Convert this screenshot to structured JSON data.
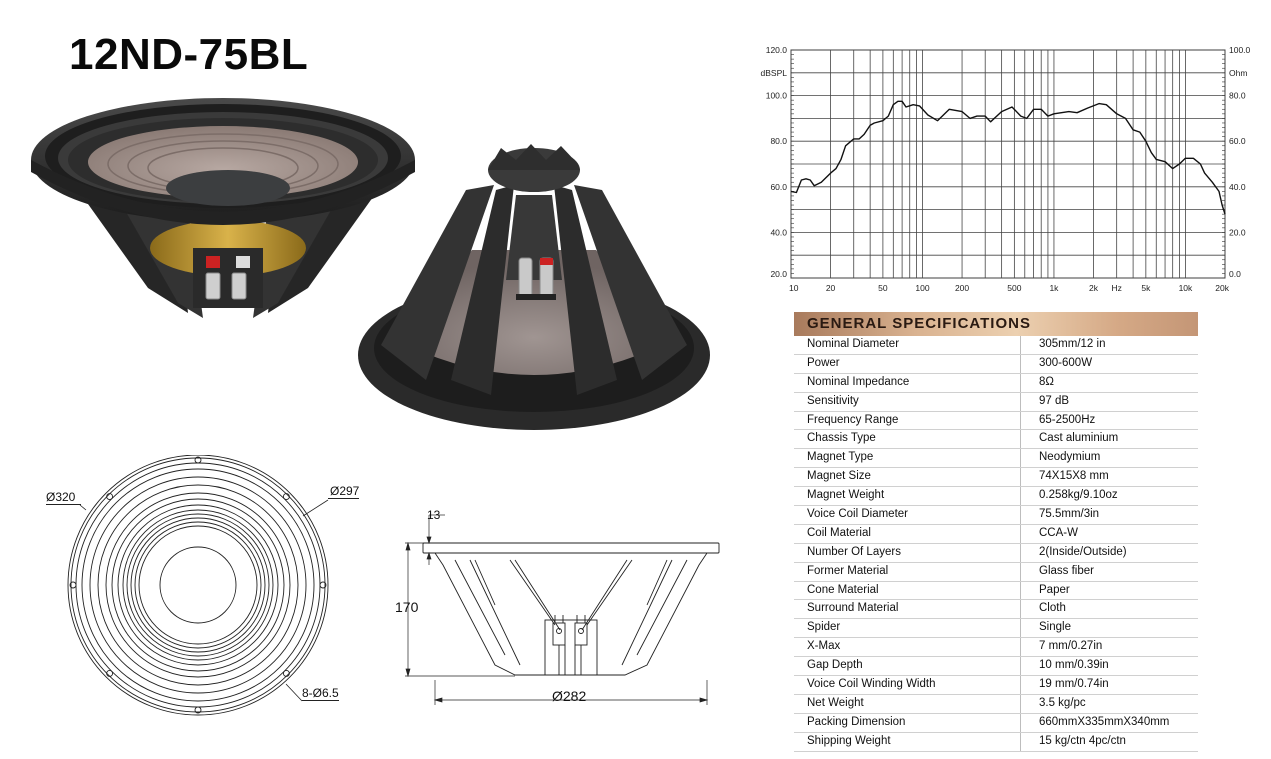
{
  "title": "12ND-75BL",
  "colors": {
    "header_bar_dark": "#a87a5c",
    "header_bar_light": "#ecd0b0",
    "cone_paper": "#9a8a84",
    "chassis": "#2b2b2b",
    "grid": "#555555"
  },
  "photos": {
    "front_view": "speaker-front-photo",
    "rear_view": "speaker-rear-photo"
  },
  "drawings": {
    "front": {
      "outer_diameter": "Ø320",
      "inner_diameter": "Ø297",
      "holes": "8-Ø6.5"
    },
    "side": {
      "flange_thickness": "13",
      "depth": "170",
      "basket_diameter": "Ø282"
    }
  },
  "chart_data": {
    "type": "line",
    "title": "",
    "xlabel": "Hz",
    "ylabel": "dBSPL",
    "y2label": "Ohm",
    "xscale": "log",
    "xlim": [
      10,
      20000
    ],
    "ylim": [
      20,
      120
    ],
    "y2lim": [
      0,
      100
    ],
    "grid": true,
    "x_ticks": [
      {
        "v": 10,
        "label": "10"
      },
      {
        "v": 20,
        "label": "20"
      },
      {
        "v": 50,
        "label": "50"
      },
      {
        "v": 100,
        "label": "100"
      },
      {
        "v": 200,
        "label": "200"
      },
      {
        "v": 500,
        "label": "500"
      },
      {
        "v": 1000,
        "label": "1k"
      },
      {
        "v": 2000,
        "label": "2k"
      },
      {
        "v": 5000,
        "label": "5k"
      },
      {
        "v": 10000,
        "label": "10k"
      },
      {
        "v": 20000,
        "label": "20k"
      }
    ],
    "x_grid": [
      10,
      20,
      30,
      40,
      50,
      60,
      70,
      80,
      90,
      100,
      200,
      300,
      400,
      500,
      600,
      700,
      800,
      900,
      1000,
      2000,
      3000,
      4000,
      5000,
      6000,
      7000,
      8000,
      9000,
      10000,
      20000
    ],
    "y_ticks": [
      {
        "v": 20,
        "label": "20.0"
      },
      {
        "v": 40,
        "label": "40.0"
      },
      {
        "v": 60,
        "label": "60.0"
      },
      {
        "v": 80,
        "label": "80.0"
      },
      {
        "v": 100,
        "label": "100.0"
      },
      {
        "v": 120,
        "label": "120.0"
      }
    ],
    "y_grid": [
      20,
      30,
      40,
      50,
      60,
      70,
      80,
      90,
      100,
      110,
      120
    ],
    "y2_ticks": [
      {
        "v": 0,
        "label": "0.0"
      },
      {
        "v": 20,
        "label": "20.0"
      },
      {
        "v": 40,
        "label": "40.0"
      },
      {
        "v": 60,
        "label": "60.0"
      },
      {
        "v": 80,
        "label": "80.0"
      },
      {
        "v": 100,
        "label": "100.0"
      }
    ],
    "series": [
      {
        "name": "SPL",
        "x": [
          10,
          11,
          12,
          13,
          14,
          15,
          17,
          20,
          22,
          24,
          26,
          30,
          33,
          36,
          40,
          43,
          50,
          55,
          60,
          65,
          70,
          75,
          85,
          95,
          110,
          130,
          160,
          200,
          230,
          260,
          300,
          330,
          400,
          480,
          560,
          620,
          700,
          800,
          900,
          1000,
          1300,
          1500,
          1800,
          2200,
          2500,
          3000,
          3500,
          4000,
          4500,
          5000,
          5500,
          6000,
          7000,
          8000,
          9000,
          10000,
          11500,
          13000,
          14000,
          16000,
          18000,
          19000,
          20000
        ],
        "y": [
          58,
          57.5,
          63,
          63.5,
          63,
          60.5,
          62,
          66,
          68,
          72,
          78,
          81,
          81,
          83,
          87,
          88,
          89,
          91,
          96,
          97.5,
          97.5,
          95,
          96,
          95.5,
          91.5,
          89,
          94,
          93,
          90,
          91,
          91,
          88.5,
          93,
          95,
          91,
          90,
          94,
          94,
          91,
          92,
          93,
          92.5,
          94.5,
          96.5,
          96,
          92,
          90,
          85,
          84,
          80,
          75,
          72,
          71,
          68,
          70,
          72.5,
          72.5,
          70,
          66,
          62,
          58,
          52,
          48
        ]
      }
    ]
  },
  "specs": {
    "heading": "GENERAL SPECIFICATIONS",
    "rows": [
      {
        "label": "Nominal Diameter",
        "value": "305mm/12 in"
      },
      {
        "label": "Power",
        "value": "300-600W"
      },
      {
        "label": "Nominal Impedance",
        "value": "8Ω"
      },
      {
        "label": "Sensitivity",
        "value": "97 dB"
      },
      {
        "label": "Frequency Range",
        "value": "65-2500Hz"
      },
      {
        "label": "Chassis Type",
        "value": "Cast aluminium"
      },
      {
        "label": "Magnet Type",
        "value": "Neodymium"
      },
      {
        "label": "Magnet Size",
        "value": "74X15X8 mm"
      },
      {
        "label": "Magnet Weight",
        "value": "0.258kg/9.10oz"
      },
      {
        "label": "Voice Coil Diameter",
        "value": "75.5mm/3in"
      },
      {
        "label": "Coil Material",
        "value": "CCA-W"
      },
      {
        "label": "Number Of Layers",
        "value": "2(Inside/Outside)"
      },
      {
        "label": "Former Material",
        "value": "Glass fiber"
      },
      {
        "label": "Cone Material",
        "value": "Paper"
      },
      {
        "label": "Surround Material",
        "value": "Cloth"
      },
      {
        "label": "Spider",
        "value": "Single"
      },
      {
        "label": "X-Max",
        "value": "7 mm/0.27in"
      },
      {
        "label": "Gap Depth",
        "value": "10 mm/0.39in"
      },
      {
        "label": "Voice Coil Winding Width",
        "value": "19 mm/0.74in"
      },
      {
        "label": "Net Weight",
        "value": "3.5 kg/pc"
      },
      {
        "label": "Packing Dimension",
        "value": "660mmX335mmX340mm"
      },
      {
        "label": "Shipping Weight",
        "value": "15 kg/ctn  4pc/ctn"
      }
    ]
  }
}
